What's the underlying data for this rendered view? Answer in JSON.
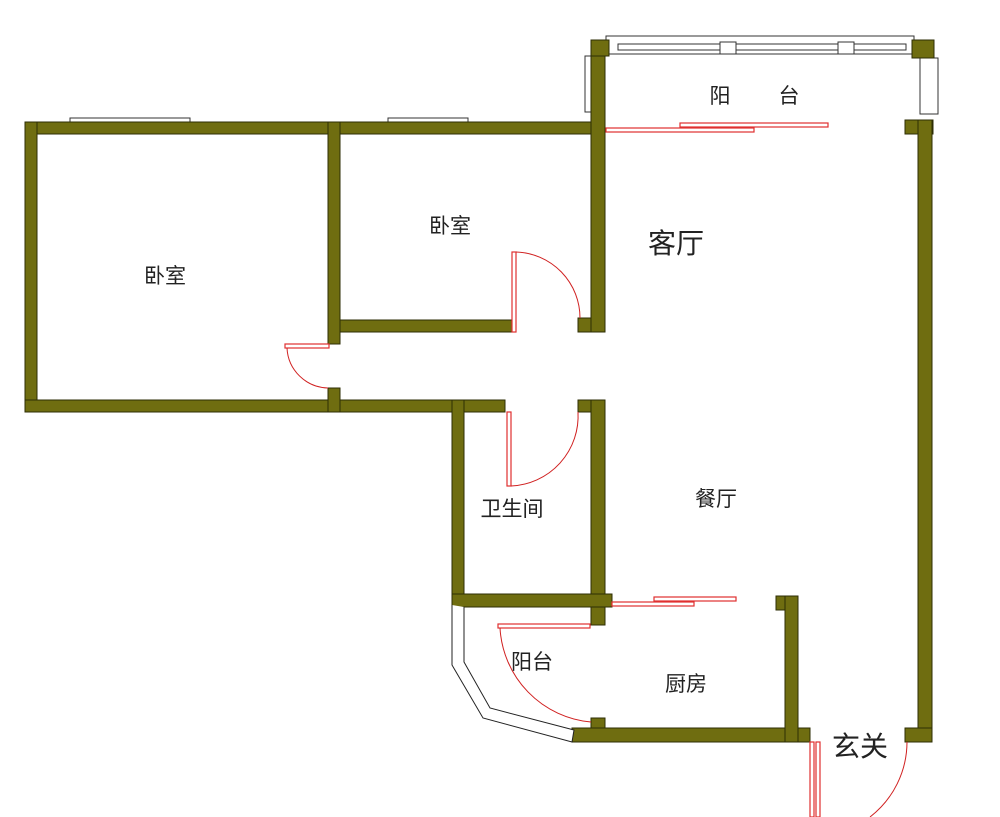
{
  "title": "Floor plan",
  "colors": {
    "wall": "#6f6d10",
    "door": "#e03030",
    "background": "#ffffff"
  },
  "rooms": {
    "balcony_top_1": "阳",
    "balcony_top_2": "台",
    "living_room": "客厅",
    "bedroom_middle": "卧室",
    "bedroom_left": "卧室",
    "bathroom": "卫生间",
    "dining_room": "餐厅",
    "balcony_small": "阳台",
    "kitchen": "厨房",
    "entrance": "玄关"
  }
}
